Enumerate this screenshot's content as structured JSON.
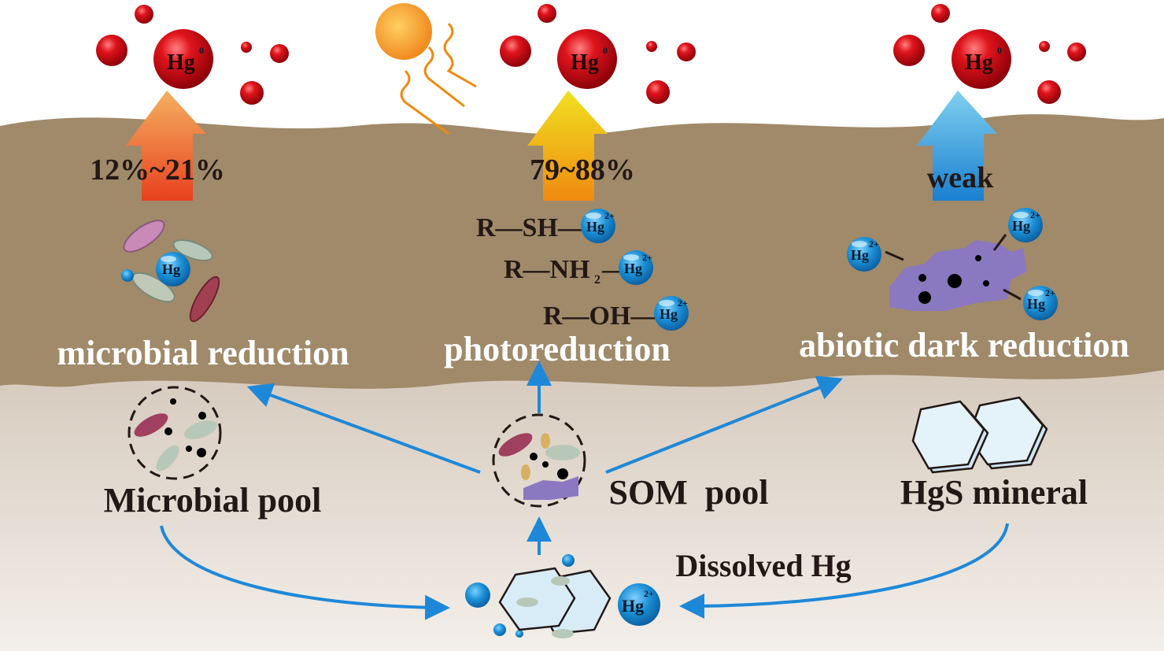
{
  "top": {
    "species_label": "Hg",
    "species_superscript": "0",
    "rates": [
      "12%~21%",
      "79~88%",
      "weak"
    ]
  },
  "processes": [
    "microbial reduction",
    "photoreduction",
    "abiotic dark reduction"
  ],
  "functional_groups": [
    {
      "group": "R—SH—"
    },
    {
      "group": "R—NH",
      "subscript": "2",
      "tail": "—"
    },
    {
      "group": "R—OH—"
    }
  ],
  "ion": {
    "label": "Hg",
    "charge": "2+"
  },
  "pools": [
    "Microbial pool",
    "SOM  pool",
    "HgS mineral",
    "Dissolved Hg"
  ],
  "colors": {
    "soil": "#a08a6a",
    "subsoil": "#d8cdc1",
    "mercury_red": "#d9141c",
    "ion_blue": "#1a8fd6",
    "arrow_blue": "#1e88d8"
  }
}
